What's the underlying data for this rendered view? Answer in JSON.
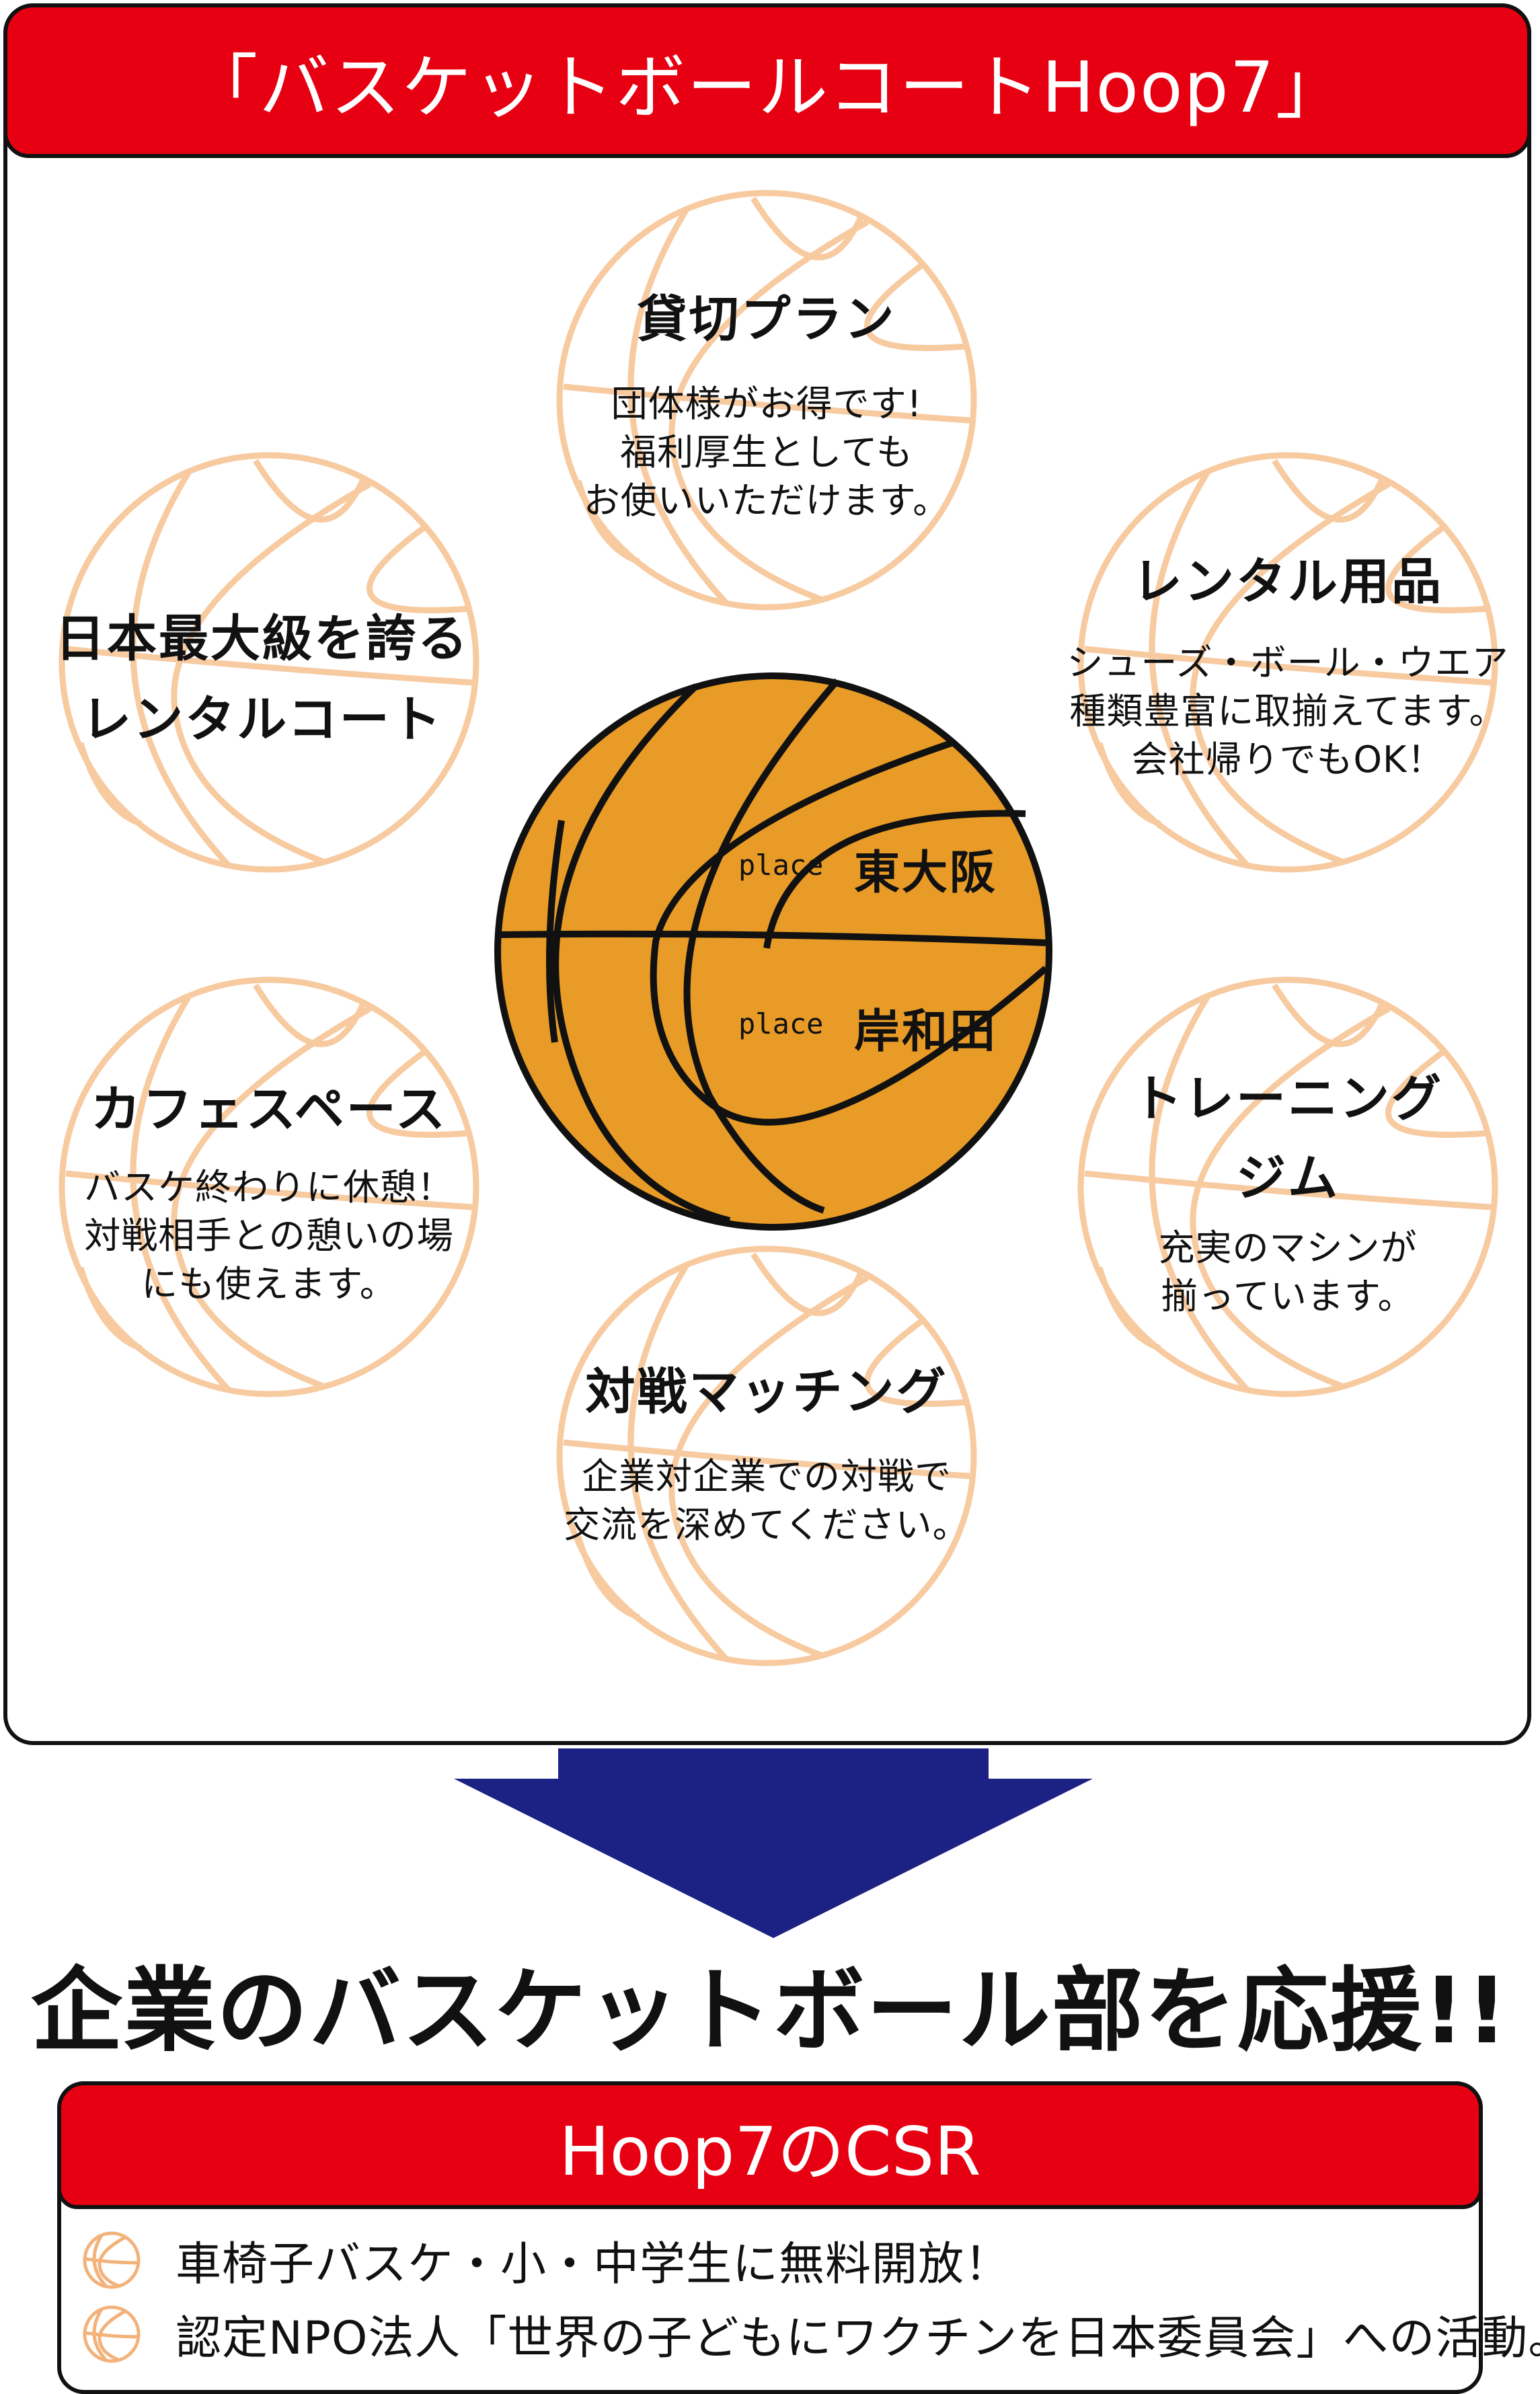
{
  "panel": {
    "title": "「バスケットボールコートHoop7」"
  },
  "features": [
    {
      "id": "kashikiri",
      "title": "貸切プラン",
      "desc": [
        "団体様がお得です!",
        "福利厚生としても",
        "お使いいただけます。"
      ]
    },
    {
      "id": "rental_goods",
      "title": "レンタル用品",
      "desc": [
        "シューズ・ボール・ウエア",
        "種類豊富に取揃えてます。",
        "会社帰りでもOK！"
      ]
    },
    {
      "id": "court",
      "title": [
        "日本最大級を誇る",
        "レンタルコート"
      ],
      "desc": []
    },
    {
      "id": "cafe",
      "title": "カフェスペース",
      "desc": [
        "バスケ終わりに休憩！",
        "対戦相手との憩いの場",
        "にも使えます。"
      ]
    },
    {
      "id": "gym",
      "title": [
        "トレーニング",
        "ジム"
      ],
      "desc": [
        "充実のマシンが",
        "揃っています。"
      ]
    },
    {
      "id": "match",
      "title": "対戦マッチング",
      "desc": [
        "企業対企業での対戦で",
        "交流を深めてください。"
      ]
    }
  ],
  "center": {
    "places": [
      {
        "tag": "place",
        "name": "東大阪"
      },
      {
        "tag": "place",
        "name": "岸和田"
      }
    ]
  },
  "slogan": "企業のバスケットボール部を応援!!",
  "csr": {
    "title": "Hoop7のCSR",
    "items": [
      {
        "icon": "basketball-icon",
        "text": "車椅子バスケ・小・中学生に無料開放！"
      },
      {
        "icon": "basketball-icon",
        "text": "認定NPO法人「世界の子どもにワクチンを日本委員会」への活動。"
      }
    ]
  },
  "colors": {
    "brand_red": "#e60012",
    "ball_orange": "#e89b26",
    "ball_outline_light": "#f7caa0",
    "arrow_navy": "#1c2184"
  }
}
